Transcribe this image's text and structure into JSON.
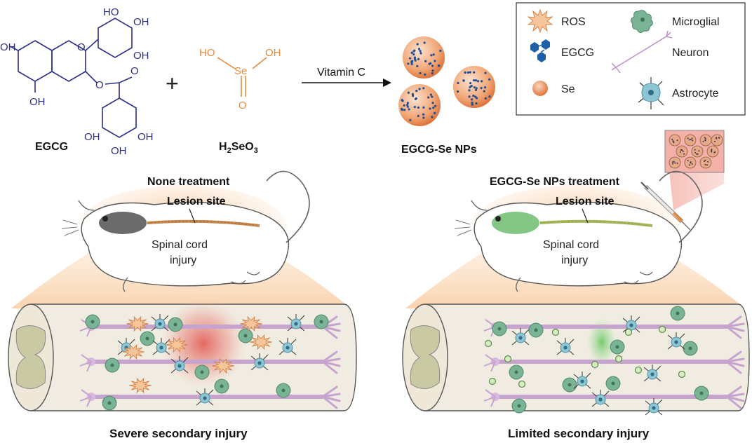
{
  "top": {
    "egcg_label": "EGCG",
    "acid_label_main": "H",
    "acid_label_sub1": "2",
    "acid_label_mid": "SeO",
    "acid_label_sub2": "3",
    "plus": "+",
    "reagent": "Vitamin C",
    "product_label": "EGCG-Se NPs",
    "egcg_atoms": [
      "HO",
      "OH",
      "OH",
      "OH",
      "O",
      "OH",
      "O",
      "O",
      "OH",
      "OH",
      "OH"
    ],
    "acid_atoms": [
      "HO",
      "OH",
      "Se",
      "O"
    ]
  },
  "legend": {
    "items": [
      "ROS",
      "EGCG",
      "Se",
      "Microglial",
      "Neuron",
      "Astrocyte"
    ]
  },
  "left_panel": {
    "treatment": "None treatment",
    "lesion": "Lesion site",
    "injury_line1": "Spinal cord",
    "injury_line2": "injury",
    "caption": "Severe secondary injury"
  },
  "right_panel": {
    "treatment": "EGCG-Se NPs treatment",
    "lesion": "Lesion site",
    "injury_line1": "Spinal cord",
    "injury_line2": "injury",
    "caption": "Limited secondary injury"
  },
  "colors": {
    "egcg_structure": "#2b2f86",
    "selenite": "#e88a3a",
    "nanoparticle": "#e9874a",
    "neuron": "#c7a3cf",
    "microglia": "#6fa88a",
    "astrocyte": "#7fb7c9",
    "ros": "#f3b98a",
    "lesion_red": "#e06b5f",
    "lesion_green": "#7ccf7a",
    "cord_fill": "#f1ece2",
    "grey_matter": "#c9c9a4"
  }
}
